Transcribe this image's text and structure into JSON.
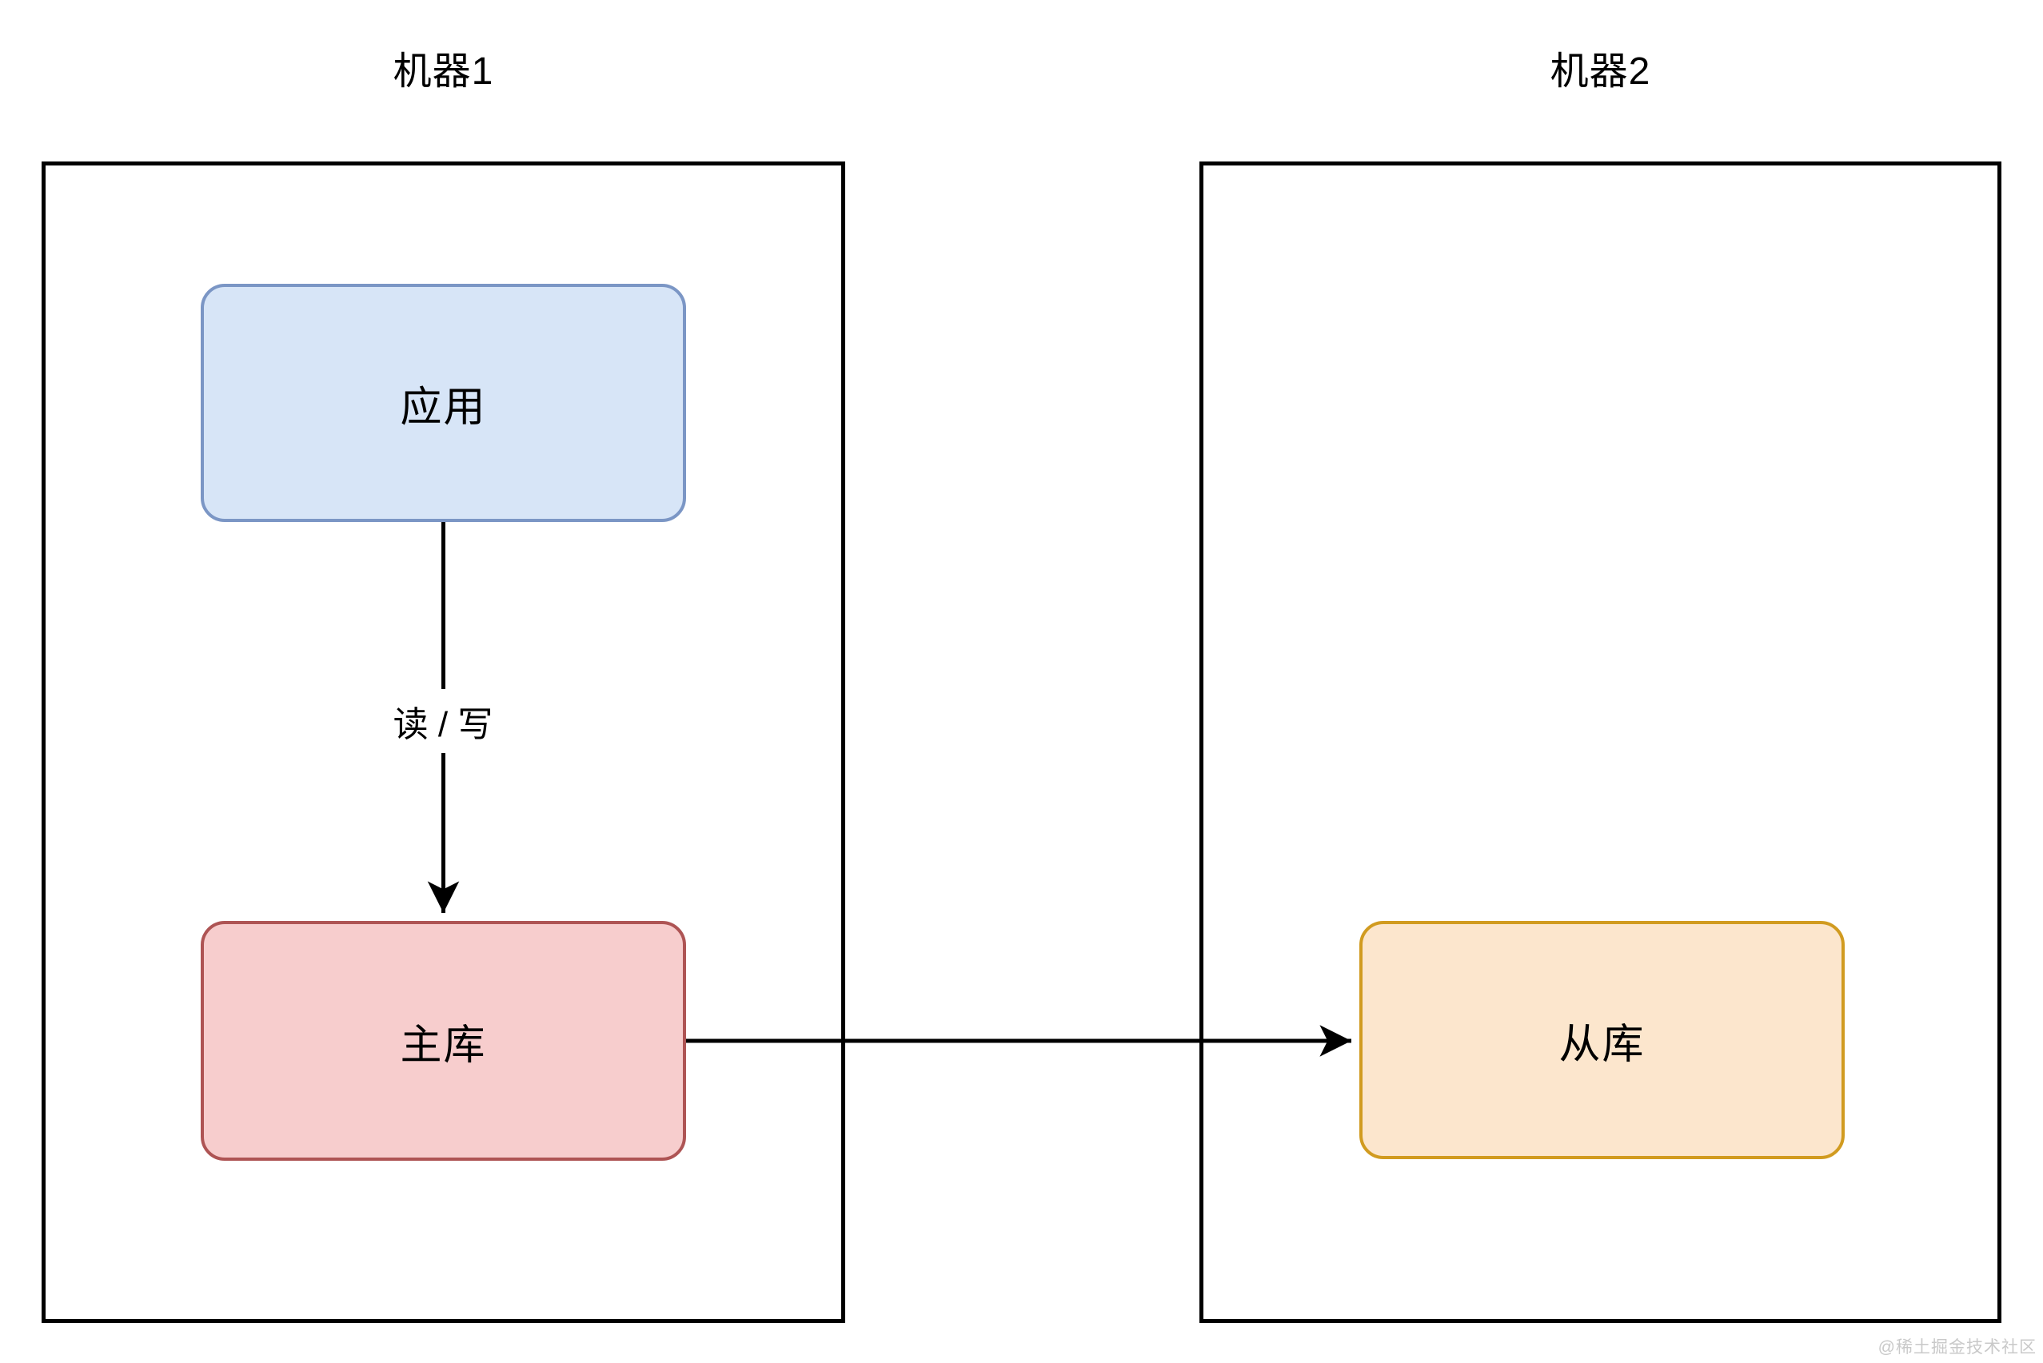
{
  "diagram": {
    "machines": [
      {
        "title": "机器1"
      },
      {
        "title": "机器2"
      }
    ],
    "nodes": [
      {
        "id": "app",
        "label": "应用",
        "machine": "机器1",
        "fill": "#d7e5f7",
        "border": "#7b96c5"
      },
      {
        "id": "master",
        "label": "主库",
        "machine": "机器1",
        "fill": "#f7cdcd",
        "border": "#ae5454"
      },
      {
        "id": "slave",
        "label": "从库",
        "machine": "机器2",
        "fill": "#fce6cd",
        "border": "#d19b20"
      }
    ],
    "edges": [
      {
        "from": "应用",
        "to": "主库",
        "label": "读 / 写"
      },
      {
        "from": "主库",
        "to": "从库",
        "label": ""
      }
    ],
    "line_color": "#000000",
    "text_color": "#000000"
  },
  "watermark": "@稀土掘金技术社区"
}
